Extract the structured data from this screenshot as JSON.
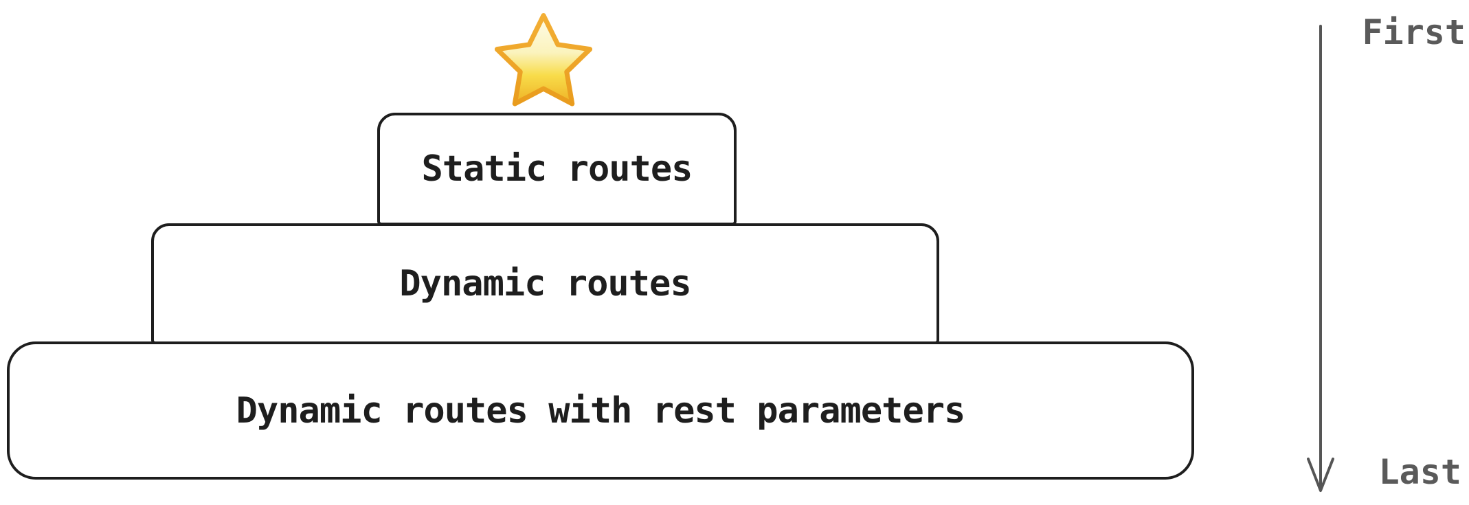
{
  "diagram": {
    "description": "Route matching priority pyramid",
    "levels": [
      {
        "rank": 1,
        "label": "Static routes"
      },
      {
        "rank": 2,
        "label": "Dynamic routes"
      },
      {
        "rank": 3,
        "label": "Dynamic routes with rest parameters"
      }
    ],
    "order_axis": {
      "top_label": "First",
      "bottom_label": "Last",
      "direction": "down"
    },
    "icons": {
      "star": "star-emoji"
    }
  },
  "colors": {
    "background": "#ffffff",
    "box_border": "#1e1e1e",
    "box_fill": "#ffffff",
    "box_text": "#1e1e1e",
    "muted_text": "#5a5a5a",
    "arrow": "#555555",
    "star_rim": "#eda62c",
    "star_gold": "#f2bc23",
    "star_cream": "#fefce8"
  }
}
